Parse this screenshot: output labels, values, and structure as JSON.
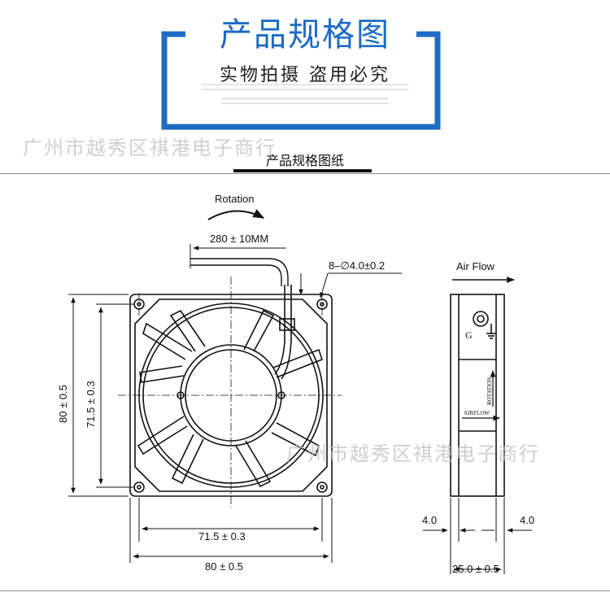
{
  "header": {
    "title": "产品规格图",
    "slogan": "实物拍摄 盗用必究",
    "accent_color": "#1d6cc4"
  },
  "watermark": {
    "text": "广州市越秀区祺港电子商行"
  },
  "section": {
    "subtitle": "产品规格图纸"
  },
  "drawing": {
    "rotation_label": "Rotation",
    "cable_length": "280 ± 10MM",
    "hole_spec": "8–∅4.0±0.2",
    "airflow_label": "Air Flow",
    "overall_height": "80 ± 0.5",
    "hole_pitch_height": "71.5 ± 0.3",
    "hole_pitch_width": "71.5 ± 0.3",
    "overall_width": "80 ± 0.5",
    "flange_left": "4.0",
    "flange_right": "4.0",
    "depth": "25.0 ± 0.5",
    "side_label_g": "G",
    "side_label_rotation": "ROTATION",
    "side_label_airflow": "AIRFLOW"
  }
}
